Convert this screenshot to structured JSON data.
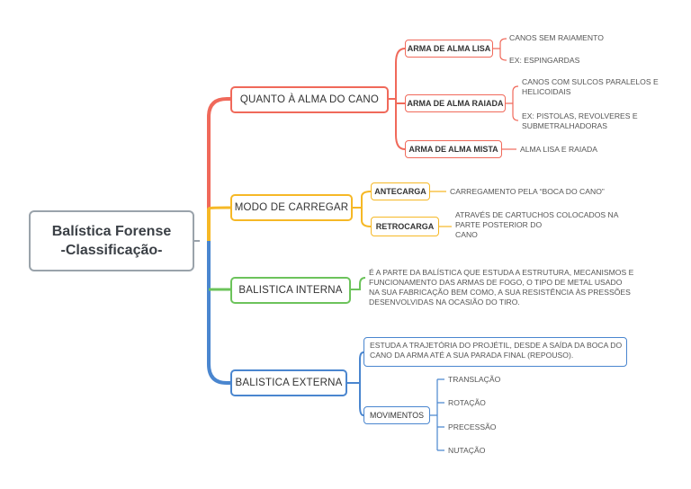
{
  "root": {
    "title_line1": "Balística Forense",
    "title_line2": "-Classificação-"
  },
  "colors": {
    "red": "#f0695a",
    "orange": "#f6b826",
    "green": "#6cc35b",
    "blue": "#4a86cf",
    "root_border": "#9aa3ab"
  },
  "branches": {
    "alma": {
      "label": "QUANTO À ALMA DO CANO",
      "lisa": {
        "label": "ARMA DE ALMA LISA",
        "leaf1": "CANOS SEM RAIAMENTO",
        "leaf2": "EX: ESPINGARDAS"
      },
      "raiada": {
        "label": "ARMA DE ALMA RAIADA",
        "leaf1_line1": "CANOS COM SULCOS PARALELOS E",
        "leaf1_line2": "HELICOIDAIS",
        "leaf2_line1": "EX: PISTOLAS, REVOLVERES E",
        "leaf2_line2": "SUBMETRALHADORAS"
      },
      "mista": {
        "label": "ARMA DE ALMA MISTA",
        "leaf1": "ALMA LISA E RAIADA"
      }
    },
    "carregar": {
      "label": "MODO DE CARREGAR",
      "antecarga": {
        "label": "ANTECARGA",
        "leaf1": "CARREGAMENTO PELA “BOCA DO CANO”"
      },
      "retrocarga": {
        "label": "RETROCARGA",
        "leaf1_line1": "ATRAVÉS DE CARTUCHOS COLOCADOS NA",
        "leaf1_line2": "PARTE POSTERIOR DO",
        "leaf1_line3": "CANO"
      }
    },
    "interna": {
      "label": "BALISTICA INTERNA",
      "text_line1": "É A PARTE DA BALÍSTICA QUE ESTUDA A ESTRUTURA, MECANISMOS E",
      "text_line2": "FUNCIONAMENTO DAS ARMAS DE FOGO, O TIPO DE METAL USADO",
      "text_line3": "NA SUA FABRICAÇÃO BEM COMO, A SUA RESISTÊNCIA ÀS PRESSÕES",
      "text_line4": "DESENVOLVIDAS NA OCASIÃO DO TIRO."
    },
    "externa": {
      "label": "BALISTICA EXTERNA",
      "desc_line1": "ESTUDA A TRAJETÓRIA DO PROJÉTIL, DESDE A SAÍDA DA BOCA DO",
      "desc_line2": "CANO DA ARMA ATÉ A SUA PARADA FINAL (REPOUSO).",
      "movimentos": {
        "label": "MOVIMENTOS",
        "items": [
          "TRANSLAÇÃO",
          "ROTAÇÃO",
          "PRECESSÃO",
          "NUTAÇÃO"
        ]
      }
    }
  }
}
